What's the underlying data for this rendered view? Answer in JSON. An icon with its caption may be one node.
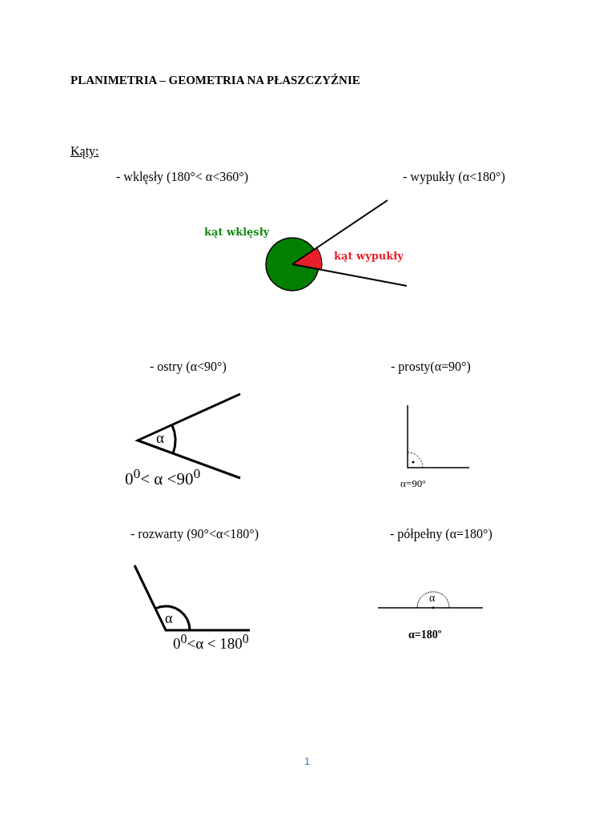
{
  "diagram": {
    "title": "PLANIMETRIA – GEOMETRIA NA PŁASZCZYŹNIE",
    "labels": [
      "Kąty:",
      "- wklęsły (180°< α<360°)",
      "- wypukły (α<180°)",
      "kąt wklęsły",
      "kąt wypukły",
      "- ostry (α<90°)",
      "- prosty(α=90°)",
      "α",
      "0$^{0}$< α <90$^{0}$",
      "α=90º",
      "- rozwarty (90°<α<180°)",
      "- półpełny (α=180°)",
      "α",
      "0$^{0}$<α < 180$^{0}$",
      "α",
      "α=180º",
      "1"
    ]
  }
}
